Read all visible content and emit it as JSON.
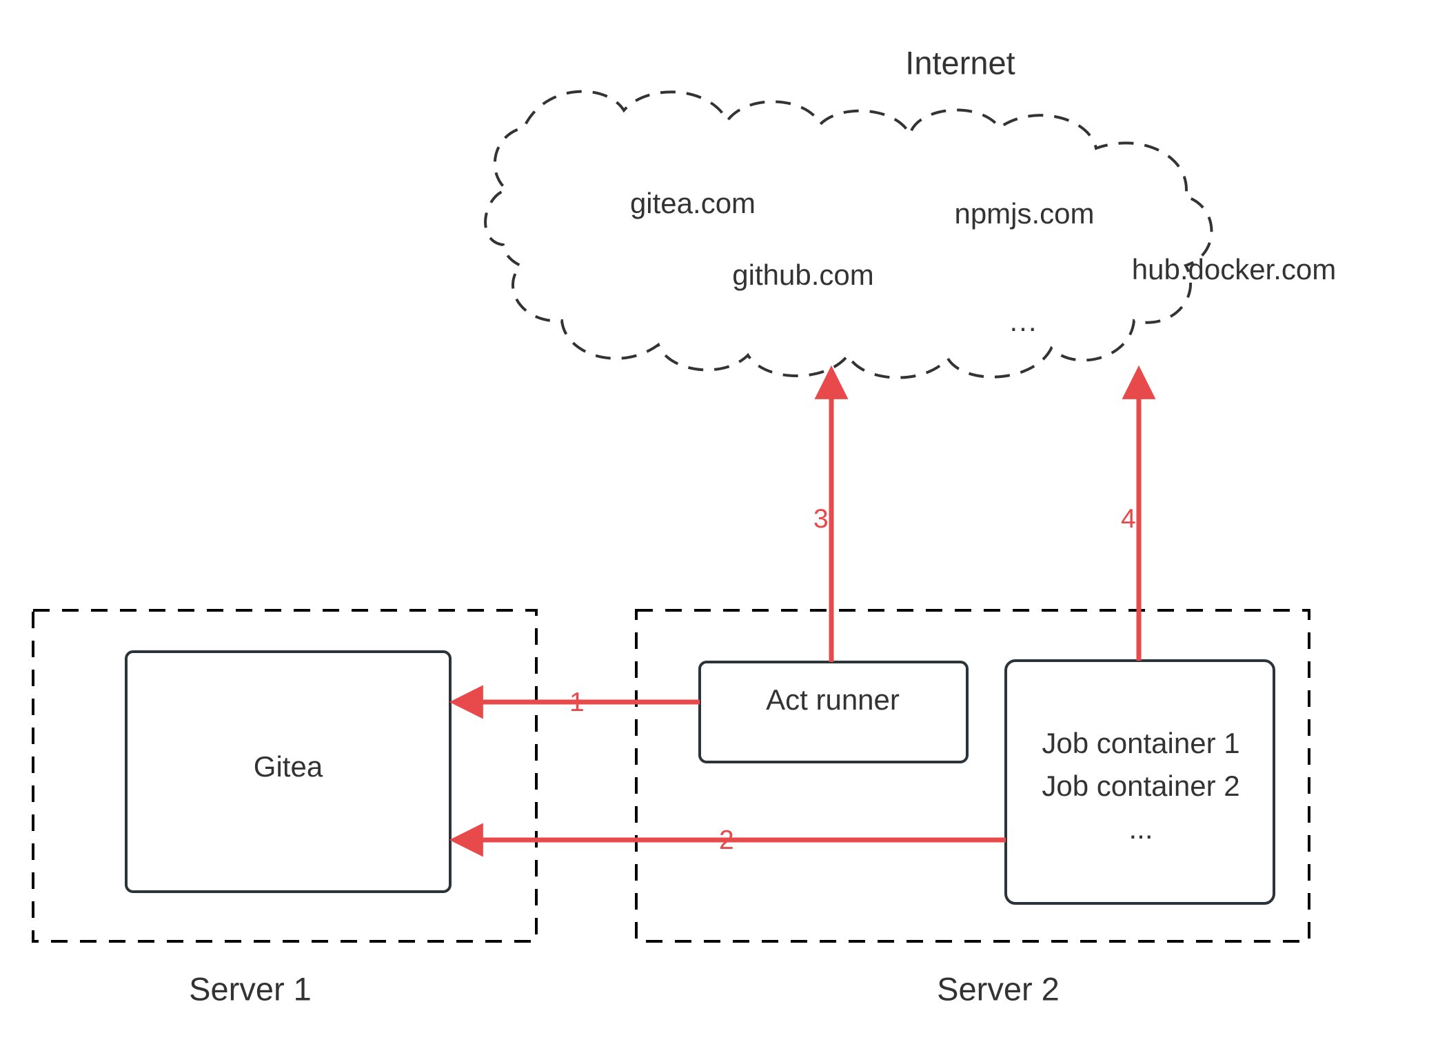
{
  "diagram": {
    "title": "Internet",
    "background_color": "#ffffff",
    "stroke_color": "#333333",
    "accent_color": "#e8494a",
    "text_color": "#333333"
  },
  "cloud": {
    "label": "Internet",
    "services": [
      {
        "name": "gitea.com"
      },
      {
        "name": "npmjs.com"
      },
      {
        "name": "github.com"
      },
      {
        "name": "hub.docker.com"
      },
      {
        "name": "..."
      }
    ]
  },
  "servers": [
    {
      "caption": "Server 1",
      "nodes": [
        {
          "label": "Gitea"
        }
      ]
    },
    {
      "caption": "Server 2",
      "nodes": [
        {
          "label": "Act runner"
        },
        {
          "label_line1": "Job container 1",
          "label_line2": "Job container 2",
          "label_line3": "..."
        }
      ]
    }
  ],
  "connections": [
    {
      "id": "1",
      "label": "1",
      "from": "Act runner",
      "to": "Gitea",
      "direction": "left"
    },
    {
      "id": "2",
      "label": "2",
      "from": "Job containers",
      "to": "Gitea",
      "direction": "left"
    },
    {
      "id": "3",
      "label": "3",
      "from": "Act runner",
      "to": "Internet",
      "direction": "up"
    },
    {
      "id": "4",
      "label": "4",
      "from": "Job containers",
      "to": "Internet",
      "direction": "up"
    }
  ]
}
